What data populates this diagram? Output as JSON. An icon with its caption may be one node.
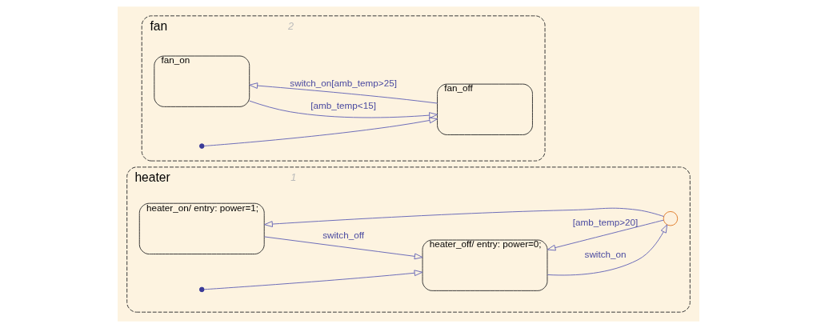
{
  "diagram": {
    "nodes": [
      {
        "text": [
          "heater",
          "1"
        ]
      },
      {
        "text": [
          "heater_on/ entry: power=1;"
        ],
        "in": 0
      },
      {
        "text": [],
        "shape": "circle",
        "in": 0
      },
      {
        "text": [],
        "shape": "dot",
        "in": 0
      },
      {
        "text": [
          "heater_off/ entry: power=0;"
        ],
        "in": 0
      },
      {
        "text": [
          "fan",
          "2"
        ]
      },
      {
        "text": [
          "fan_on"
        ],
        "in": 5
      },
      {
        "text": [],
        "shape": "dot",
        "in": 5
      },
      {
        "text": [
          "fan_off"
        ],
        "in": 5
      }
    ],
    "edges": [
      {
        "from": 1,
        "to": 4,
        "label": "switch_off",
        "arrow": "to"
      },
      {
        "from": 2,
        "to": 1,
        "arrow": "to"
      },
      {
        "from": 2,
        "to": 4,
        "label": "[amb_temp>20]",
        "arrow": "to"
      },
      {
        "from": 4,
        "to": 2,
        "label": "switch_on",
        "arrow": "to"
      },
      {
        "from": 3,
        "to": 4,
        "arrow": "to"
      },
      {
        "from": 6,
        "to": 8,
        "label": "[amb_temp<15]",
        "arrow": "to"
      },
      {
        "from": 7,
        "to": 8,
        "arrow": "to"
      },
      {
        "from": 8,
        "to": 6,
        "label": "switch_on[amb_temp>25]",
        "arrow": "to"
      }
    ]
  }
}
